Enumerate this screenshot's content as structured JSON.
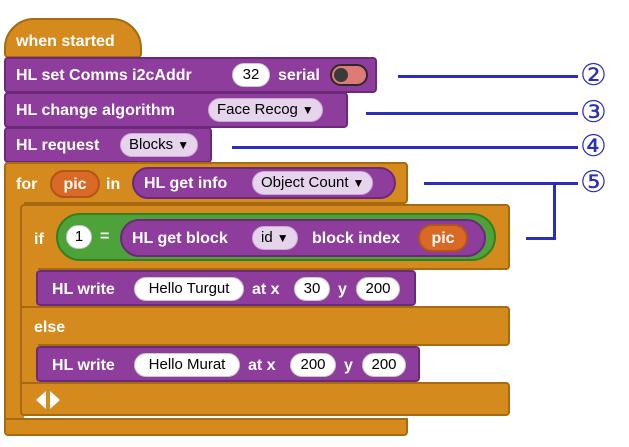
{
  "blocks": {
    "hat": {
      "label": "when started"
    },
    "comms": {
      "label": "HL set Comms i2cAddr",
      "addr": "32",
      "serial_label": "serial",
      "serial_state": "off"
    },
    "algo": {
      "label": "HL change algorithm",
      "value": "Face Recog"
    },
    "request": {
      "label": "HL request",
      "value": "Blocks"
    },
    "for_loop": {
      "for_label": "for",
      "var": "pic",
      "in_label": "in",
      "get_info_label": "HL get info",
      "get_info_value": "Object Count"
    },
    "if_block": {
      "if_label": "if",
      "lhs": "1",
      "op": "=",
      "get_block_label": "HL get block",
      "field": "id",
      "index_label": "block index",
      "index_var": "pic"
    },
    "write1": {
      "label": "HL write",
      "text": "Hello Turgut",
      "at_x_label": "at x",
      "x": "30",
      "y_label": "y",
      "y": "200"
    },
    "else_label": "else",
    "write2": {
      "label": "HL write",
      "text": "Hello Murat",
      "at_x_label": "at x",
      "x": "200",
      "y_label": "y",
      "y": "200"
    }
  },
  "callouts": [
    "②",
    "③",
    "④",
    "⑤"
  ],
  "colors": {
    "control": "#d58a1e",
    "huskylens": "#8e3d9c",
    "logic": "#4da33a",
    "variable": "#d96a25",
    "callout": "#2a2fb8"
  }
}
